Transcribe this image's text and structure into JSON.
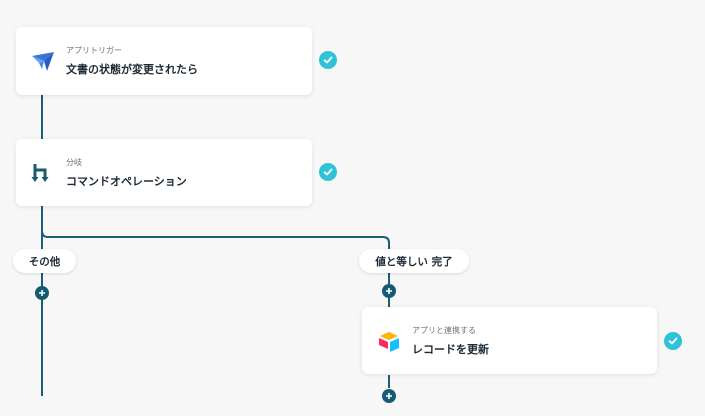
{
  "nodes": [
    {
      "subtitle": "アプリトリガー",
      "title": "文書の状態が変更されたら",
      "icon": "paper-plane-icon"
    },
    {
      "subtitle": "分岐",
      "title": "コマンドオペレーション",
      "icon": "branch-icon"
    },
    {
      "subtitle": "アプリと連携する",
      "title": "レコードを更新",
      "icon": "airtable-logo-icon"
    }
  ],
  "branches": [
    {
      "label": "その他"
    },
    {
      "label": "値と等しい 完了"
    }
  ],
  "colors": {
    "connector": "#1d5d72",
    "check": "#2fc3d9",
    "plus": "#145b73"
  }
}
